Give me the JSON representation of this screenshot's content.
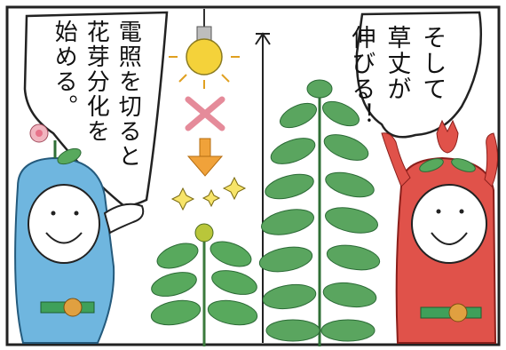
{
  "panel": {
    "left_bubble_lines": [
      "電照を切ると",
      "花芽分化を",
      "始める。"
    ],
    "right_bubble_lines": [
      "そして",
      "草丈が",
      "伸びる！"
    ]
  },
  "colors": {
    "border": "#222222",
    "blue_character": "#6fb6df",
    "red_character": "#e0524a",
    "leaf_green": "#3f9a52",
    "bulb_yellow": "#f4d23a",
    "cross_pink": "#e58b9a",
    "arrow_orange": "#f0a23a"
  },
  "icons": {
    "bulb": "light-bulb-icon",
    "cross": "cross-icon",
    "arrow": "down-arrow-icon",
    "sparkles": "sparkle-icon",
    "height_arrow": "up-arrow-icon"
  }
}
